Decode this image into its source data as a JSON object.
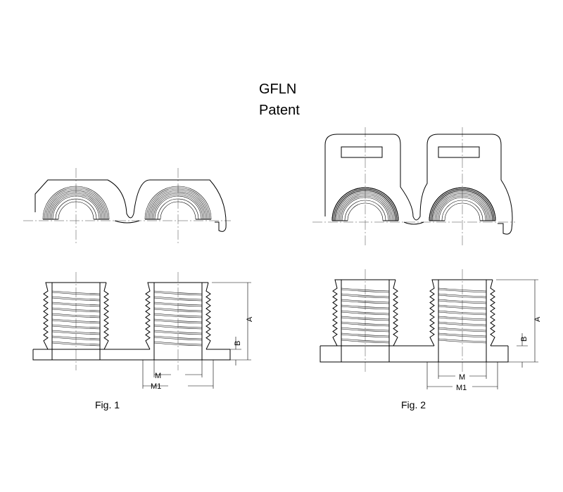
{
  "header": {
    "product": "GFLN",
    "subtitle": "Patent"
  },
  "figures": [
    {
      "caption": "Fig. 1",
      "dims": {
        "A": "A",
        "B": "B",
        "M": "M",
        "M1": "M1"
      }
    },
    {
      "caption": "Fig. 2",
      "dims": {
        "A": "A",
        "B": "B",
        "M": "M",
        "M1": "M1"
      }
    }
  ]
}
